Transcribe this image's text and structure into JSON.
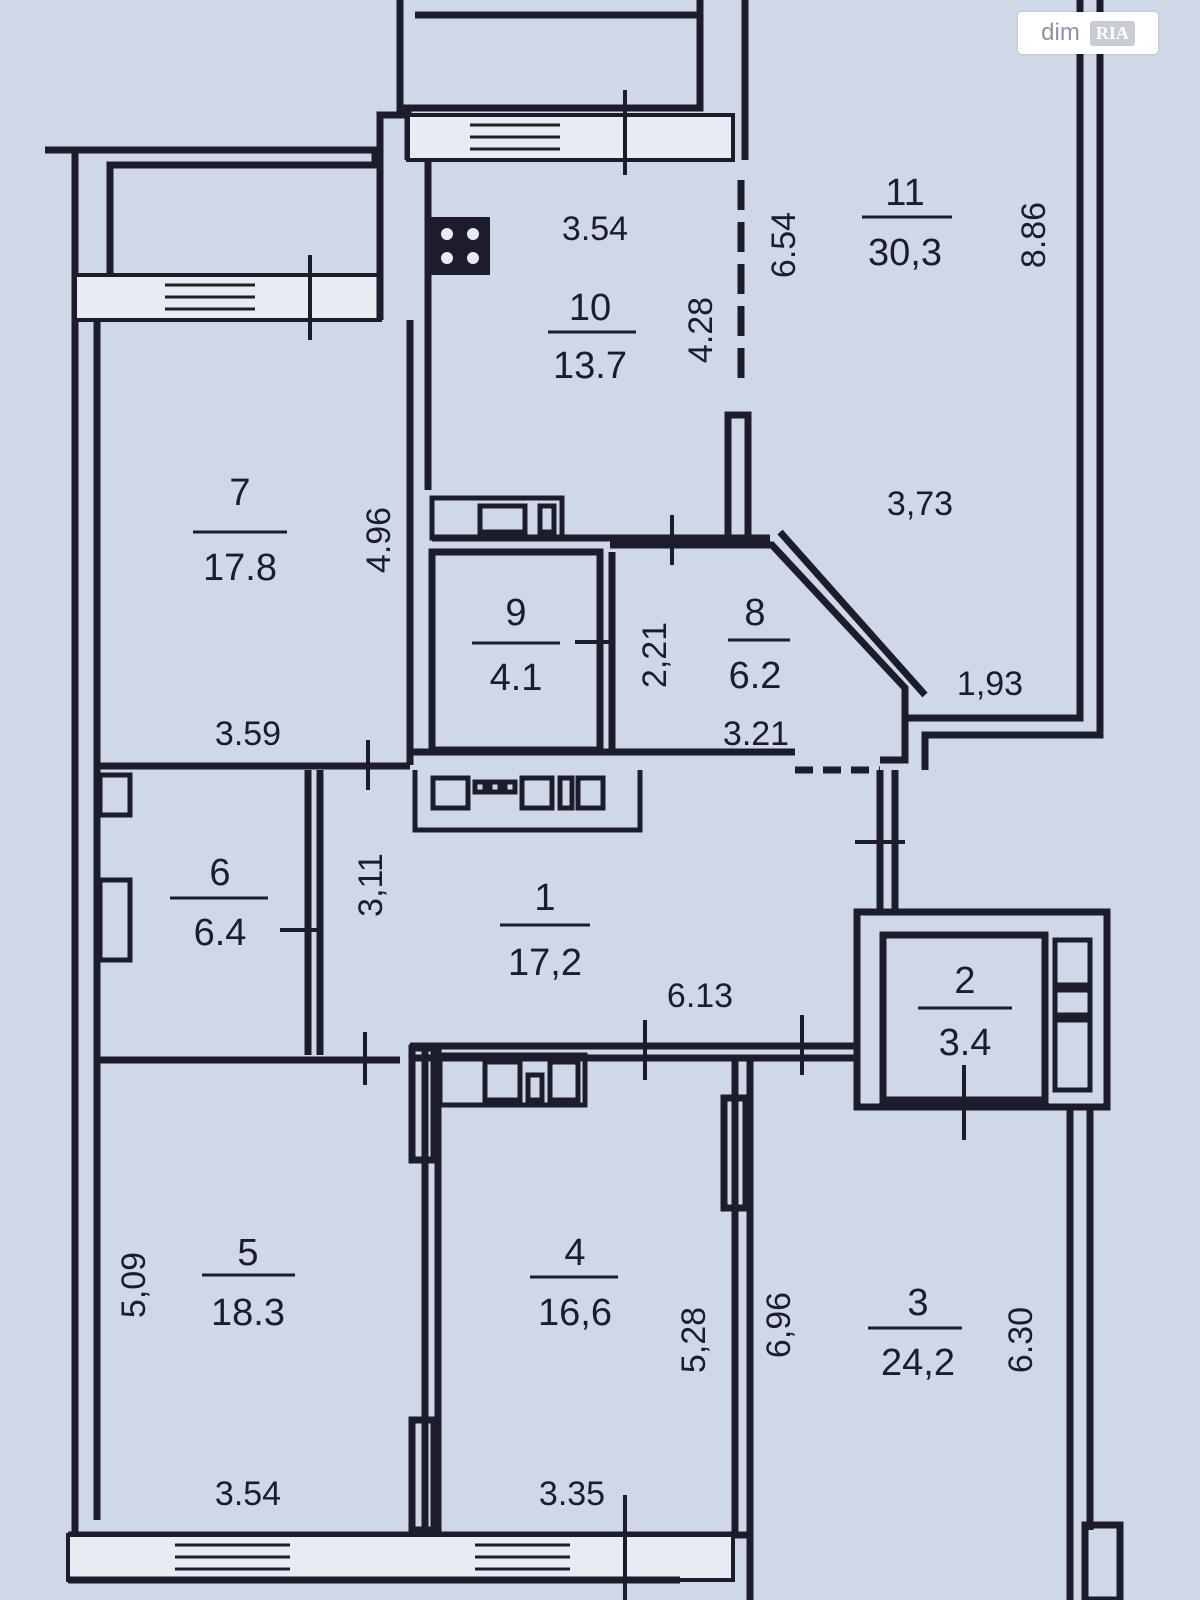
{
  "watermark": {
    "brand": "dim",
    "badge": "RIA"
  },
  "rooms": [
    {
      "id": "1",
      "number": "1",
      "area": "17,2"
    },
    {
      "id": "2",
      "number": "2",
      "area": "3.4"
    },
    {
      "id": "3",
      "number": "3",
      "area": "24,2"
    },
    {
      "id": "4",
      "number": "4",
      "area": "16,6"
    },
    {
      "id": "5",
      "number": "5",
      "area": "18.3"
    },
    {
      "id": "6",
      "number": "6",
      "area": "6.4"
    },
    {
      "id": "7",
      "number": "7",
      "area": "17.8"
    },
    {
      "id": "8",
      "number": "8",
      "area": "6.2"
    },
    {
      "id": "9",
      "number": "9",
      "area": "4.1"
    },
    {
      "id": "10",
      "number": "10",
      "area": "13.7"
    },
    {
      "id": "11",
      "number": "11",
      "area": "30,3"
    }
  ],
  "dimensions": {
    "d354_top": "3.54",
    "d654": "6.54",
    "d886": "8.86",
    "d428": "4.28",
    "d373": "3,73",
    "d496": "4.96",
    "d221": "2,21",
    "d193": "1,93",
    "d359": "3.59",
    "d321": "3.21",
    "d311": "3,11",
    "d613": "6.13",
    "d509": "5,09",
    "d528": "5,28",
    "d696": "6,96",
    "d630": "6.30",
    "d354_bottom": "3.54",
    "d335": "3.35"
  }
}
